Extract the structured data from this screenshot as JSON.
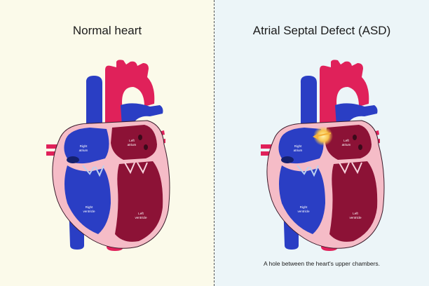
{
  "panels": {
    "normal": {
      "title": "Normal heart",
      "labels": {
        "right_atrium": "Right\natrium",
        "left_atrium": "Left\natrium",
        "right_ventricle": "Right\nventricle",
        "left_ventricle": "Left\nventricle"
      }
    },
    "asd": {
      "title": "Atrial Septal Defect (ASD)",
      "caption": "A hole between the heart's upper chambers.",
      "labels": {
        "right_atrium": "Right\natrium",
        "left_atrium": "Left\natrium",
        "right_ventricle": "Right\nventricle",
        "left_ventricle": "Left\nventricle"
      }
    }
  },
  "colors": {
    "left_background": "#fbfaea",
    "right_background": "#ecf5f8",
    "deoxygenated_blue": "#2a3ec4",
    "oxygenated_red": "#e0215a",
    "heart_wall_pink": "#f5bcc7",
    "left_chamber_dark": "#8c1236",
    "defect_glow": "#f7c24a"
  },
  "icons": [
    "heart-diagram",
    "defect-arrow-icon"
  ]
}
